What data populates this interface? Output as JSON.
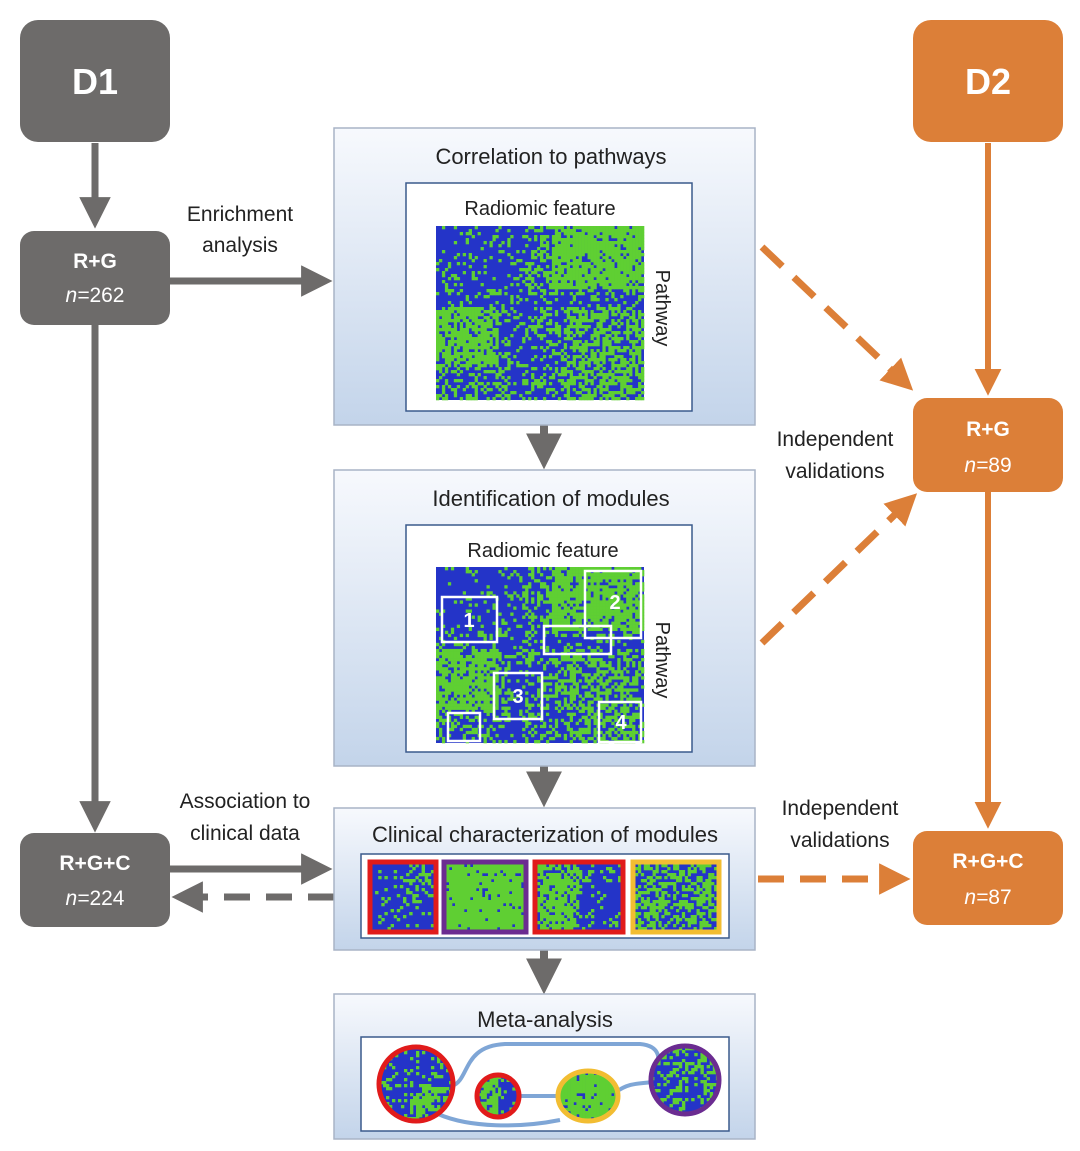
{
  "nodes": {
    "d1": "D1",
    "d2": "D2",
    "d1_rg": {
      "label": "R+G",
      "n": "262"
    },
    "d1_rgc": {
      "label": "R+G+C",
      "n": "224"
    },
    "d2_rg": {
      "label": "R+G",
      "n": "89"
    },
    "d2_rgc": {
      "label": "R+G+C",
      "n": "87"
    },
    "n_prefix": "n="
  },
  "edge_labels": {
    "enrichment_1": "Enrichment",
    "enrichment_2": "analysis",
    "association_1": "Association to",
    "association_2": "clinical data",
    "validation_a1": "Independent",
    "validation_a2": "validations",
    "validation_b1": "Independent",
    "validation_b2": "validations"
  },
  "panels": {
    "correlation": {
      "title": "Correlation to pathways",
      "col_label": "Radiomic feature",
      "row_label": "Pathway"
    },
    "modules": {
      "title": "Identification of modules",
      "col_label": "Radiomic feature",
      "row_label": "Pathway",
      "module_numbers": [
        "1",
        "2",
        "3",
        "4"
      ]
    },
    "clinical": {
      "title": "Clinical characterization of modules"
    },
    "meta": {
      "title": "Meta-analysis"
    }
  },
  "colors": {
    "d1_gray": "#6d6b6a",
    "d2_orange": "#dc7f38",
    "heat_blue": "#2434c8",
    "heat_green": "#5fcf33",
    "frame_red": "#e11b1b",
    "frame_purple": "#6b2c91",
    "frame_yellow": "#f2bd32",
    "link_blue": "#7fa6d6"
  }
}
